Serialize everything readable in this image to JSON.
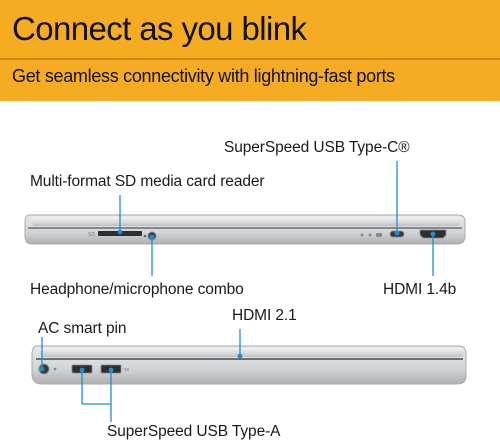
{
  "header": {
    "title": "Connect as you blink",
    "subtitle": "Get seamless connectivity with lightning-fast ports"
  },
  "callouts": {
    "usb_c": "SuperSpeed USB Type-C®",
    "sd_reader": "Multi-format SD media card reader",
    "headphone": "Headphone/microphone combo",
    "hdmi_14b": "HDMI 1.4b",
    "ac_pin": "AC smart pin",
    "hdmi_21": "HDMI 2.1",
    "usb_a": "SuperSpeed USB Type-A"
  },
  "colors": {
    "banner": "#f5ac22",
    "callout_line": "#1b8fd2",
    "laptop_body": "#d9dadb"
  }
}
